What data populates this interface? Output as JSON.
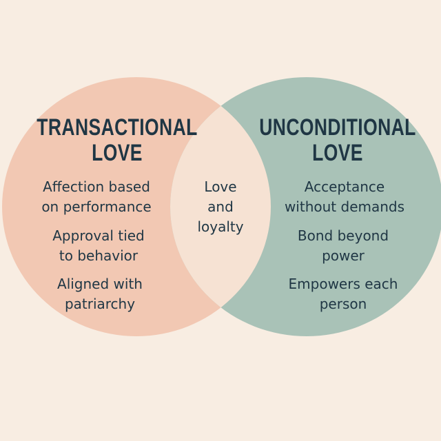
{
  "colors": {
    "background": "#f8ede2",
    "left_circle": "#f2c8b3",
    "right_circle": "#a9c2b7",
    "overlap": "#f6e2d3",
    "text": "#1f3644"
  },
  "left": {
    "title_line1": "TRANSACTIONAL",
    "title_line2": "LOVE",
    "items": [
      {
        "line1": "Affection based",
        "line2": "on performance"
      },
      {
        "line1": "Approval tied",
        "line2": "to behavior"
      },
      {
        "line1": "Aligned with",
        "line2": "patriarchy"
      }
    ]
  },
  "overlap": {
    "line1": "Love",
    "line2": "and",
    "line3": "loyalty"
  },
  "right": {
    "title_line1": "UNCONDITIONAL",
    "title_line2": "LOVE",
    "items": [
      {
        "line1": "Acceptance",
        "line2": "without demands"
      },
      {
        "line1": "Bond beyond",
        "line2": "power"
      },
      {
        "line1": "Empowers each",
        "line2": "person"
      }
    ]
  }
}
